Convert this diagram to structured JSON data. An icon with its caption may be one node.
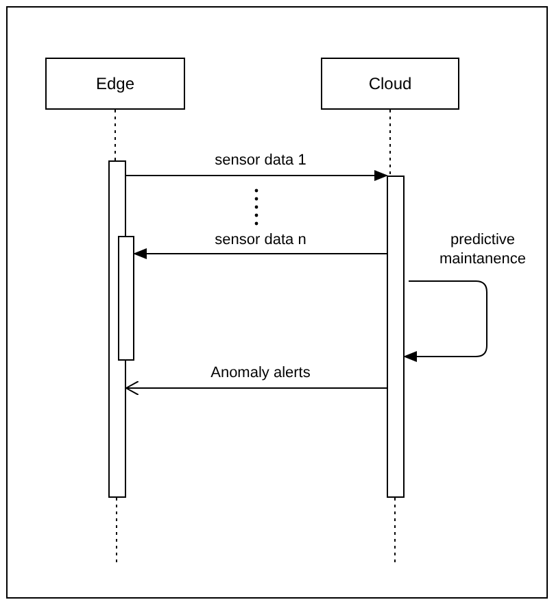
{
  "diagram": {
    "nodes": [
      {
        "text": [
          "Edge"
        ]
      },
      {
        "text": [
          "Cloud"
        ]
      },
      {
        "text": [],
        "shape": "bar"
      },
      {
        "text": [],
        "shape": "bar"
      },
      {
        "text": [],
        "shape": "bar"
      }
    ],
    "edges": [
      {
        "from": 0,
        "to": 2,
        "arrow": "none",
        "style": "dashed"
      },
      {
        "from": 1,
        "to": 4,
        "arrow": "none",
        "style": "dashed"
      },
      {
        "from": 2,
        "to": 4,
        "arrow": "to",
        "label": "sensor data 1"
      },
      {
        "from": 4,
        "to": 3,
        "arrow": "to",
        "label": "sensor data n"
      },
      {
        "from": 4,
        "to": 4,
        "arrow": "to",
        "label": "predictive maintanence"
      },
      {
        "from": 4,
        "to": 2,
        "arrow": "to",
        "label": "Anomaly alerts"
      }
    ]
  }
}
